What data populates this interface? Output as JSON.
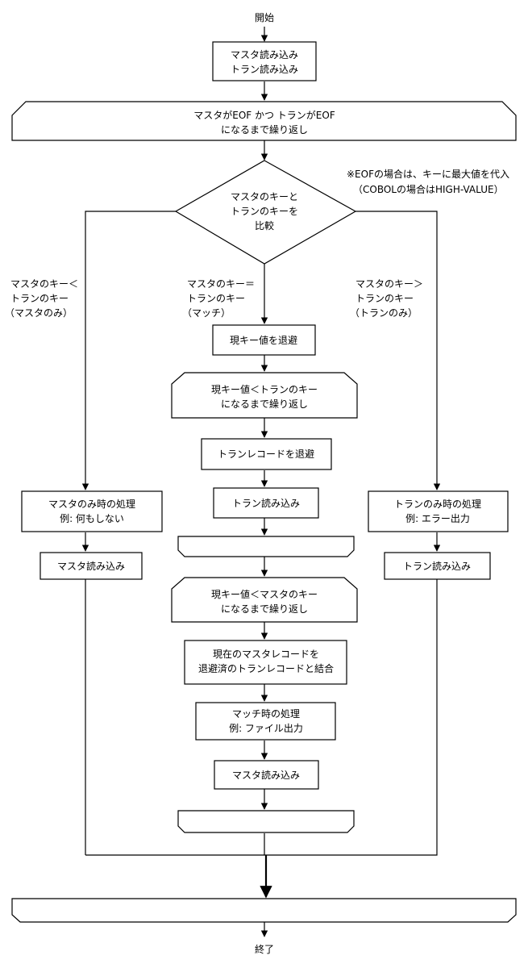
{
  "flow": {
    "start": "開始",
    "end": "終了",
    "init_read": [
      "マスタ読み込み",
      "トラン読み込み"
    ],
    "main_loop": [
      "マスタがEOF かつ トランがEOF",
      "になるまで繰り返し"
    ],
    "compare": [
      "マスタのキーと",
      "トランのキーを",
      "比較"
    ],
    "eof_note": [
      "※EOFの場合は、キーに最大値を代入",
      "（COBOLの場合はHIGH-VALUE）"
    ],
    "cond_left": [
      "マスタのキー＜",
      "トランのキー",
      "（マスタのみ）"
    ],
    "cond_mid": [
      "マスタのキー＝",
      "トランのキー",
      "（マッチ）"
    ],
    "cond_right": [
      "マスタのキー＞",
      "トランのキー",
      "（トランのみ）"
    ],
    "left_process": [
      "マスタのみ時の処理",
      "例: 何もしない"
    ],
    "left_read": "マスタ読み込み",
    "right_process": [
      "トランのみ時の処理",
      "例: エラー出力"
    ],
    "right_read": "トラン読み込み",
    "save_key": "現キー値を退避",
    "tran_loop": [
      "現キー値＜トランのキー",
      "になるまで繰り返し"
    ],
    "save_tran": "トランレコードを退避",
    "tran_read": "トラン読み込み",
    "master_loop": [
      "現キー値＜マスタのキー",
      "になるまで繰り返し"
    ],
    "merge": [
      "現在のマスタレコードを",
      "退避済のトランレコードと結合"
    ],
    "match_process": [
      "マッチ時の処理",
      "例: ファイル出力"
    ],
    "master_read": "マスタ読み込み"
  }
}
